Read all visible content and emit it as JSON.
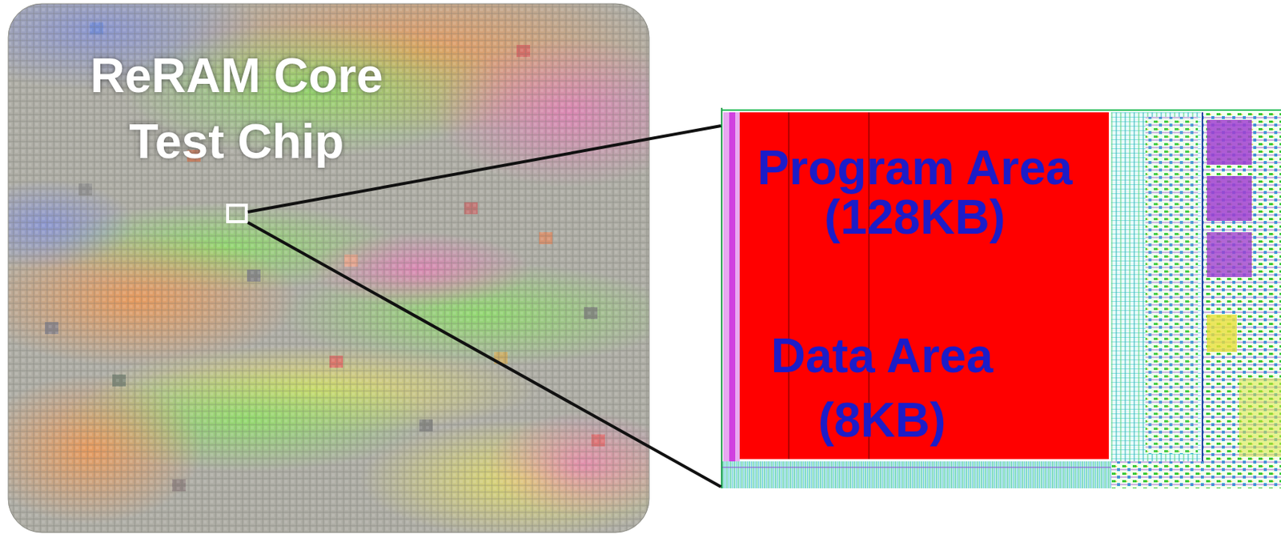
{
  "diagram": {
    "nodes": [
      {
        "text": [
          "ReRAM Core Test Chip"
        ]
      },
      {
        "text": [
          "Program Area (128KB)",
          "Data Area (8KB)"
        ]
      }
    ]
  }
}
